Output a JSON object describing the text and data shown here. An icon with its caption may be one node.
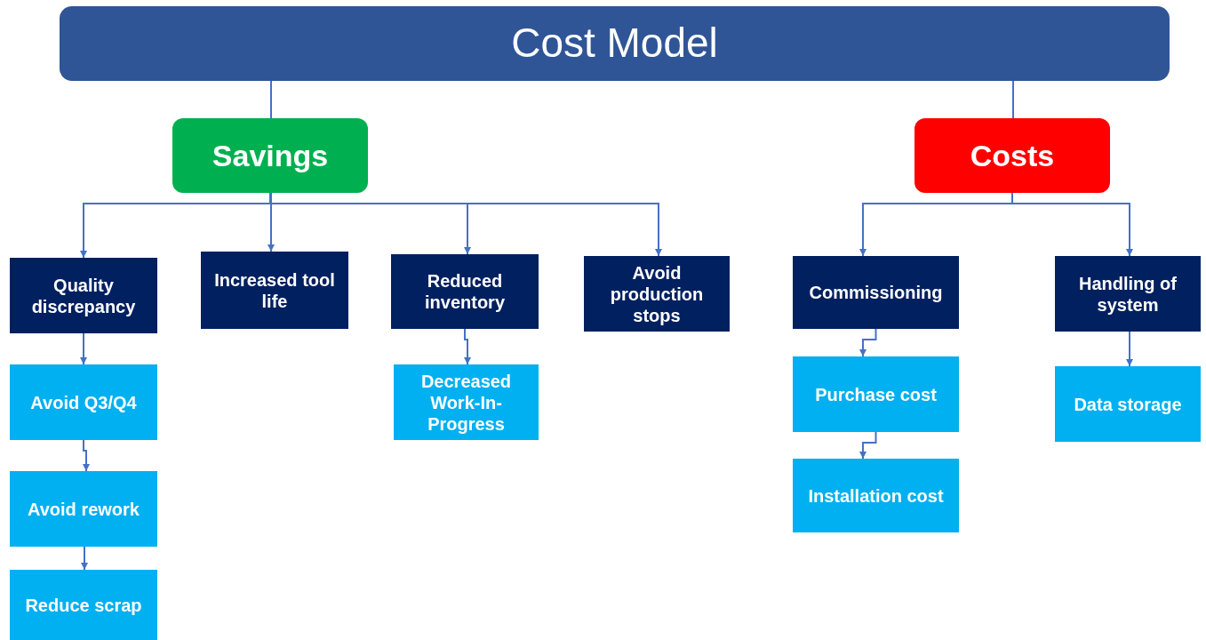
{
  "diagram": {
    "nodes": [
      {
        "text": [
          "Cost Model"
        ]
      },
      {
        "text": [
          "Savings"
        ]
      },
      {
        "text": [
          "Costs"
        ]
      },
      {
        "text": [
          "Quality discrepancy"
        ]
      },
      {
        "text": [
          "Increased tool life"
        ]
      },
      {
        "text": [
          "Reduced inventory"
        ]
      },
      {
        "text": [
          "Avoid production stops"
        ]
      },
      {
        "text": [
          "Commissioning"
        ]
      },
      {
        "text": [
          "Handling of system"
        ]
      },
      {
        "text": [
          "Avoid Q3/Q4"
        ]
      },
      {
        "text": [
          "Avoid rework"
        ]
      },
      {
        "text": [
          "Reduce scrap"
        ]
      },
      {
        "text": [
          "Decreased Work-In-Progress"
        ]
      },
      {
        "text": [
          "Purchase cost"
        ]
      },
      {
        "text": [
          "Installation cost"
        ]
      },
      {
        "text": [
          "Data storage"
        ]
      }
    ],
    "edges": [
      {
        "from": 0,
        "to": 1,
        "arrow": "none"
      },
      {
        "from": 0,
        "to": 2,
        "arrow": "none"
      },
      {
        "from": 1,
        "to": 3,
        "arrow": "to"
      },
      {
        "from": 1,
        "to": 4,
        "arrow": "to"
      },
      {
        "from": 1,
        "to": 5,
        "arrow": "to"
      },
      {
        "from": 1,
        "to": 6,
        "arrow": "to"
      },
      {
        "from": 2,
        "to": 7,
        "arrow": "to"
      },
      {
        "from": 2,
        "to": 8,
        "arrow": "to"
      },
      {
        "from": 3,
        "to": 9,
        "arrow": "to"
      },
      {
        "from": 9,
        "to": 10,
        "arrow": "to"
      },
      {
        "from": 10,
        "to": 11,
        "arrow": "to"
      },
      {
        "from": 5,
        "to": 12,
        "arrow": "to"
      },
      {
        "from": 7,
        "to": 13,
        "arrow": "to"
      },
      {
        "from": 13,
        "to": 14,
        "arrow": "to"
      },
      {
        "from": 8,
        "to": 15,
        "arrow": "to"
      }
    ]
  }
}
